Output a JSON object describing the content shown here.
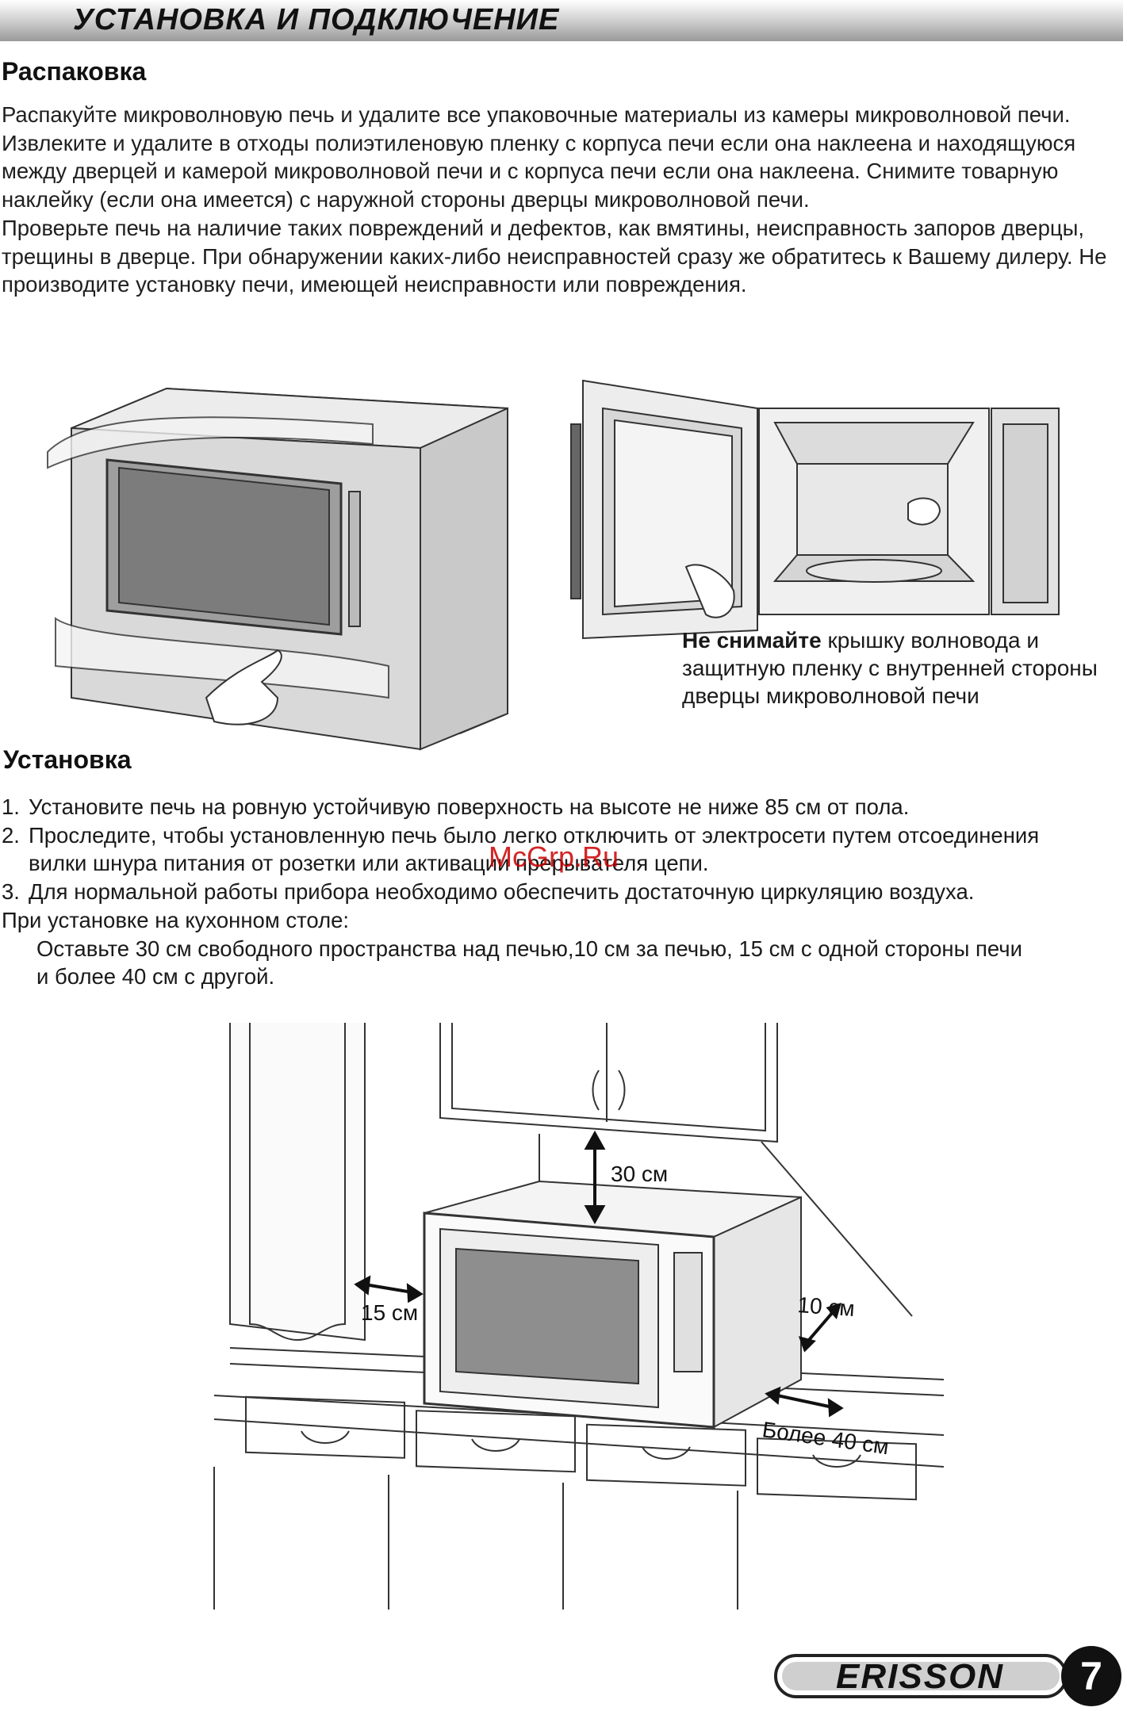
{
  "header": {
    "title": "УСТАНОВКА И ПОДКЛЮЧЕНИЕ"
  },
  "unpacking": {
    "heading": "Распаковка",
    "para1": "Распакуйте микроволновую печь и удалите все упаковочные материалы из камеры микроволновой печи. Извлеките и удалите в отходы полиэтиленовую пленку с корпуса печи если она наклеена и находящуюся между дверцей и камерой микроволновой печи и с корпуса печи если она наклеена. Снимите товарную наклейку (если она имеется) с наружной стороны дверцы микроволновой печи.",
    "para2": "Проверьте печь на наличие таких повреждений и дефектов, как вмятины, неисправность запоров дверцы, трещины в дверце. При обнаружении каких-либо неисправностей сразу же обратитесь к Вашему дилеру. Не производите установку печи, имеющей неисправности или повреждения.",
    "caption_bold": "Не снимайте",
    "caption_rest": " крышку волновода и защитную пленку с внутренней стороны дверцы микроволновой печи"
  },
  "installation": {
    "heading": "Установка",
    "items": [
      {
        "num": "1.",
        "text": "Установите печь на ровную устойчивую поверхность на высоте не ниже 85 см от пола."
      },
      {
        "num": "2.",
        "text": "Проследите, чтобы установленную печь было легко отключить от электросети путем отсоединения вилки шнура питания от розетки или активации прерывателя цепи."
      },
      {
        "num": "3.",
        "text": "Для нормальной работы прибора необходимо обеспечить достаточную циркуляцию воздуха."
      }
    ],
    "table_intro": "При установке на кухонном столе:",
    "table_text": "Оставьте 30 см свободного пространства над печью,10 см за печью, 15 см с одной стороны печи и более 40 см с другой."
  },
  "diagram_labels": {
    "top": "30 см",
    "back": "10 см",
    "side": "15 см",
    "other_side": "Более 40 см"
  },
  "watermark": "McGrp.Ru",
  "footer": {
    "brand": "ERISSON",
    "page": "7"
  }
}
